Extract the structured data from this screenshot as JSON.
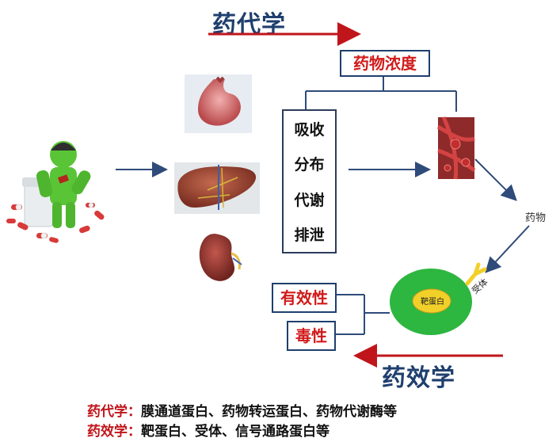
{
  "titles": {
    "pharmacokinetics": "药代学",
    "pharmacodynamics": "药效学"
  },
  "concentration_label": "药物浓度",
  "adme": [
    "吸收",
    "分布",
    "代谢",
    "排泄"
  ],
  "drug_label": "药物",
  "target_label": "靶蛋白",
  "receptor_label": "受体",
  "effects": {
    "efficacy": "有效性",
    "toxicity": "毒性"
  },
  "footer": {
    "pk": {
      "key": "药代学：",
      "text": "膜通道蛋白、药物转运蛋白、药物代谢酶等"
    },
    "pd": {
      "key": "药效学：",
      "text": "靶蛋白、受体、信号通路蛋白等"
    }
  },
  "colors": {
    "navy": "#1f3f6e",
    "red": "#c0151b",
    "green": "#2db640",
    "yellow": "#f2d02a"
  }
}
